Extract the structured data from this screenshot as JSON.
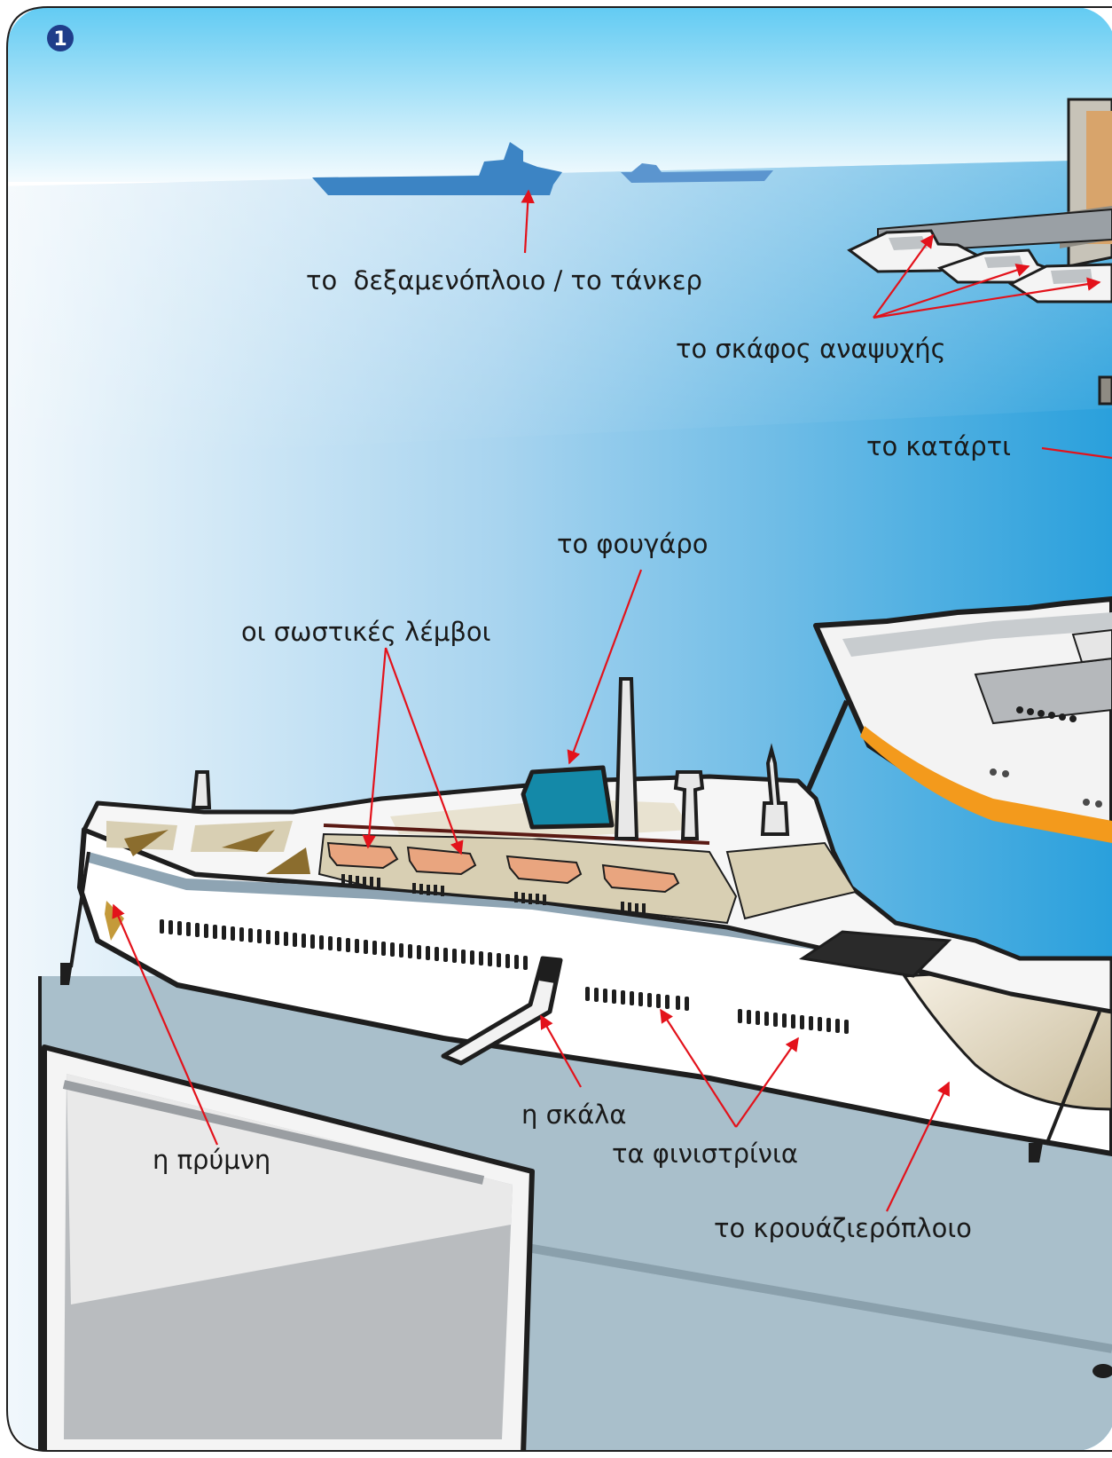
{
  "page_number": "1",
  "colors": {
    "sky_top": "#5cc9f2",
    "sea_bottom": "#2aa0dc",
    "quay": "#a9bfcb",
    "arrow": "#e3121b",
    "tanker": "#3c84c4",
    "funnel": "#1489a8",
    "deck_beige": "#d8cfb3",
    "cruiser_stripe": "#f39a1c"
  },
  "labels": {
    "tanker": "το  δεξαμενόπλοιο / το τάνκερ",
    "pleasure_boat": "το σκάφος αναψυχής",
    "mast": "το κατάρτι",
    "funnel": "το φουγάρο",
    "lifeboats": "οι σωστικές λέμβοι",
    "stern": "η πρύμνη",
    "gangway": "η σκάλα",
    "portholes": "τα φινιστρίνια",
    "cruise_ship": "το κρουάζιερόπλοιο"
  },
  "icons": {
    "page_badge": "number-badge-icon",
    "arrowhead": "arrowhead-icon"
  }
}
